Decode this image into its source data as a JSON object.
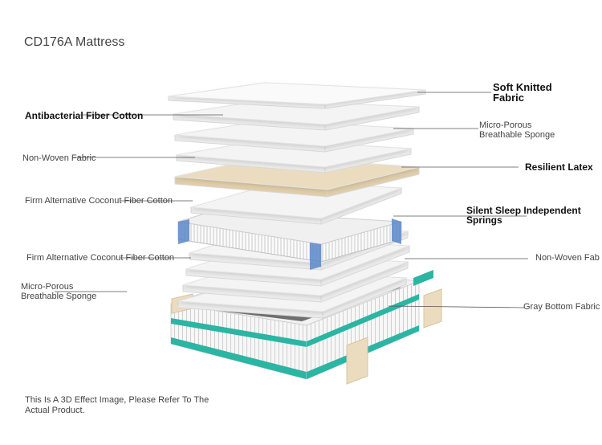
{
  "title": "CD176A Mattress",
  "labels": {
    "left": [
      "Antibacterial Fiber Cotton",
      "Non-Woven Fabric",
      "Firm Alternative Coconut Fiber Cotton",
      "Firm Alternative Coconut Fiber Cotton",
      "Micro-Porous Breathable Sponge"
    ],
    "right": [
      "Soft Knitted Fabric",
      "Micro-Porous Breathable Sponge",
      "Resilient Latex",
      "Silent Sleep Independent Springs",
      "Non-Woven Fab",
      "Gray Bottom Fabric"
    ]
  },
  "footer": "This Is A 3D Effect Image, Please Refer To The Actual Product.",
  "colors": {
    "layer_white": "#f4f4f4",
    "layer_edge": "#dcdcdc",
    "latex": "#ecdcbf",
    "spring_blue": "#5b87c9",
    "teal": "#2bb5a3",
    "bottom_gray": "#6f6f6f"
  }
}
